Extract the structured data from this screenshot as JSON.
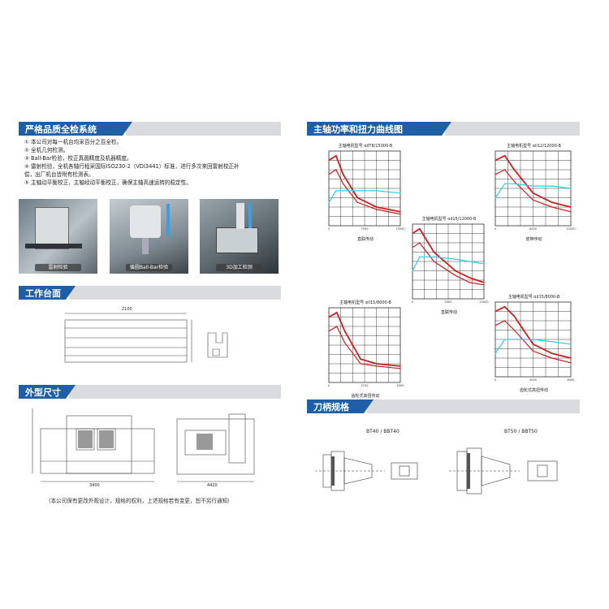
{
  "left": {
    "section1_title": "严格品质全检系统",
    "items": [
      "① 本公司对每一机台均采百分之百全检。",
      "② 全机几何检测。",
      "③ Ball-Bar检验，校正真圆精度及机器精度。",
      "④ 雷射检验，全机各轴行程采国际ISO230-2（VDI3441）标准，进行多次来回雷射校正补",
      "    偿，出厂机台皆附有检测表。",
      "⑤ 主轴动平衡校正，主轴经动平衡校正，确保主轴高速运转的稳定性。"
    ],
    "photos": [
      "雷射检验",
      "循圆Ball-Bar检验",
      "3D加工检测"
    ],
    "section2_title": "工作台面",
    "table_dim": "2100",
    "section3_title": "外型尺寸",
    "dim_width": "3400",
    "dim_depth": "4420",
    "note": "（本公司保有更改外观设计，规格的权利，上述规格若有变更，恕不另行通知）"
  },
  "right": {
    "section1_title": "主轴功率和扭力曲线图",
    "section2_title": "刀柄规格",
    "tool_left": "BT40 / BBT40",
    "tool_right": "BT50 / BBT50"
  },
  "chart_data": [
    {
      "type": "line",
      "title": "主轴电机型号 αiIT8/15000-B",
      "subtitle": "直联传动",
      "xlim": [
        0,
        15000
      ],
      "x": [
        0,
        1500,
        3000,
        6000,
        10000,
        15000
      ],
      "series": [
        {
          "name": "",
          "values": [
            28,
            30,
            22,
            12,
            8,
            6
          ]
        },
        {
          "name": "",
          "values": [
            22,
            24,
            18,
            10,
            7,
            5
          ]
        },
        {
          "name": "",
          "values": [
            10,
            15,
            15,
            15,
            15,
            14
          ]
        }
      ]
    },
    {
      "type": "line",
      "title": "主轴电机型号 αiI12/12000-B",
      "subtitle": "皮带传动",
      "xlim": [
        0,
        12000
      ],
      "x": [
        0,
        1500,
        3000,
        6000,
        9000,
        12000
      ],
      "series": [
        {
          "name": "",
          "values": [
            28,
            30,
            24,
            14,
            10,
            8
          ]
        },
        {
          "name": "",
          "values": [
            22,
            24,
            19,
            11,
            8,
            6
          ]
        },
        {
          "name": "",
          "values": [
            12,
            18,
            18,
            17,
            17,
            16
          ]
        }
      ]
    },
    {
      "type": "line",
      "title": "主轴电机型号 αiI15/12000-B",
      "subtitle": "直联传动",
      "xlim": [
        0,
        10000
      ],
      "x": [
        0,
        1000,
        3000,
        6000,
        8000,
        10000
      ],
      "series": [
        {
          "name": "",
          "values": [
            28,
            30,
            20,
            12,
            9,
            7
          ]
        },
        {
          "name": "",
          "values": [
            22,
            24,
            16,
            10,
            7,
            6
          ]
        },
        {
          "name": "",
          "values": [
            12,
            18,
            18,
            17,
            16,
            15
          ]
        }
      ]
    },
    {
      "type": "line",
      "title": "主轴电机型号 αiI15/8000-B",
      "subtitle": "齿轮式高扭传动",
      "xlim": [
        0,
        4500
      ],
      "x": [
        0,
        500,
        1000,
        2000,
        3000,
        4500
      ],
      "series": [
        {
          "name": "",
          "values": [
            28,
            30,
            22,
            10,
            8,
            7
          ]
        },
        {
          "name": "",
          "values": [
            22,
            24,
            17,
            8,
            7,
            6
          ]
        }
      ]
    },
    {
      "type": "line",
      "title": "主轴电机型号 αiI15/8000-B",
      "subtitle": "齿轮式高扭传动",
      "xlim": [
        0,
        8000
      ],
      "x": [
        0,
        1000,
        2000,
        4000,
        6000,
        8000
      ],
      "series": [
        {
          "name": "",
          "values": [
            28,
            30,
            26,
            14,
            10,
            8
          ]
        },
        {
          "name": "",
          "values": [
            22,
            24,
            20,
            11,
            8,
            6
          ]
        },
        {
          "name": "",
          "values": [
            10,
            16,
            16,
            16,
            15,
            14
          ]
        }
      ]
    }
  ],
  "colors": {
    "accent": "#1f5fa8",
    "torque": "#cc1f1f",
    "power": "#2ccfe0",
    "grid": "#111111"
  }
}
